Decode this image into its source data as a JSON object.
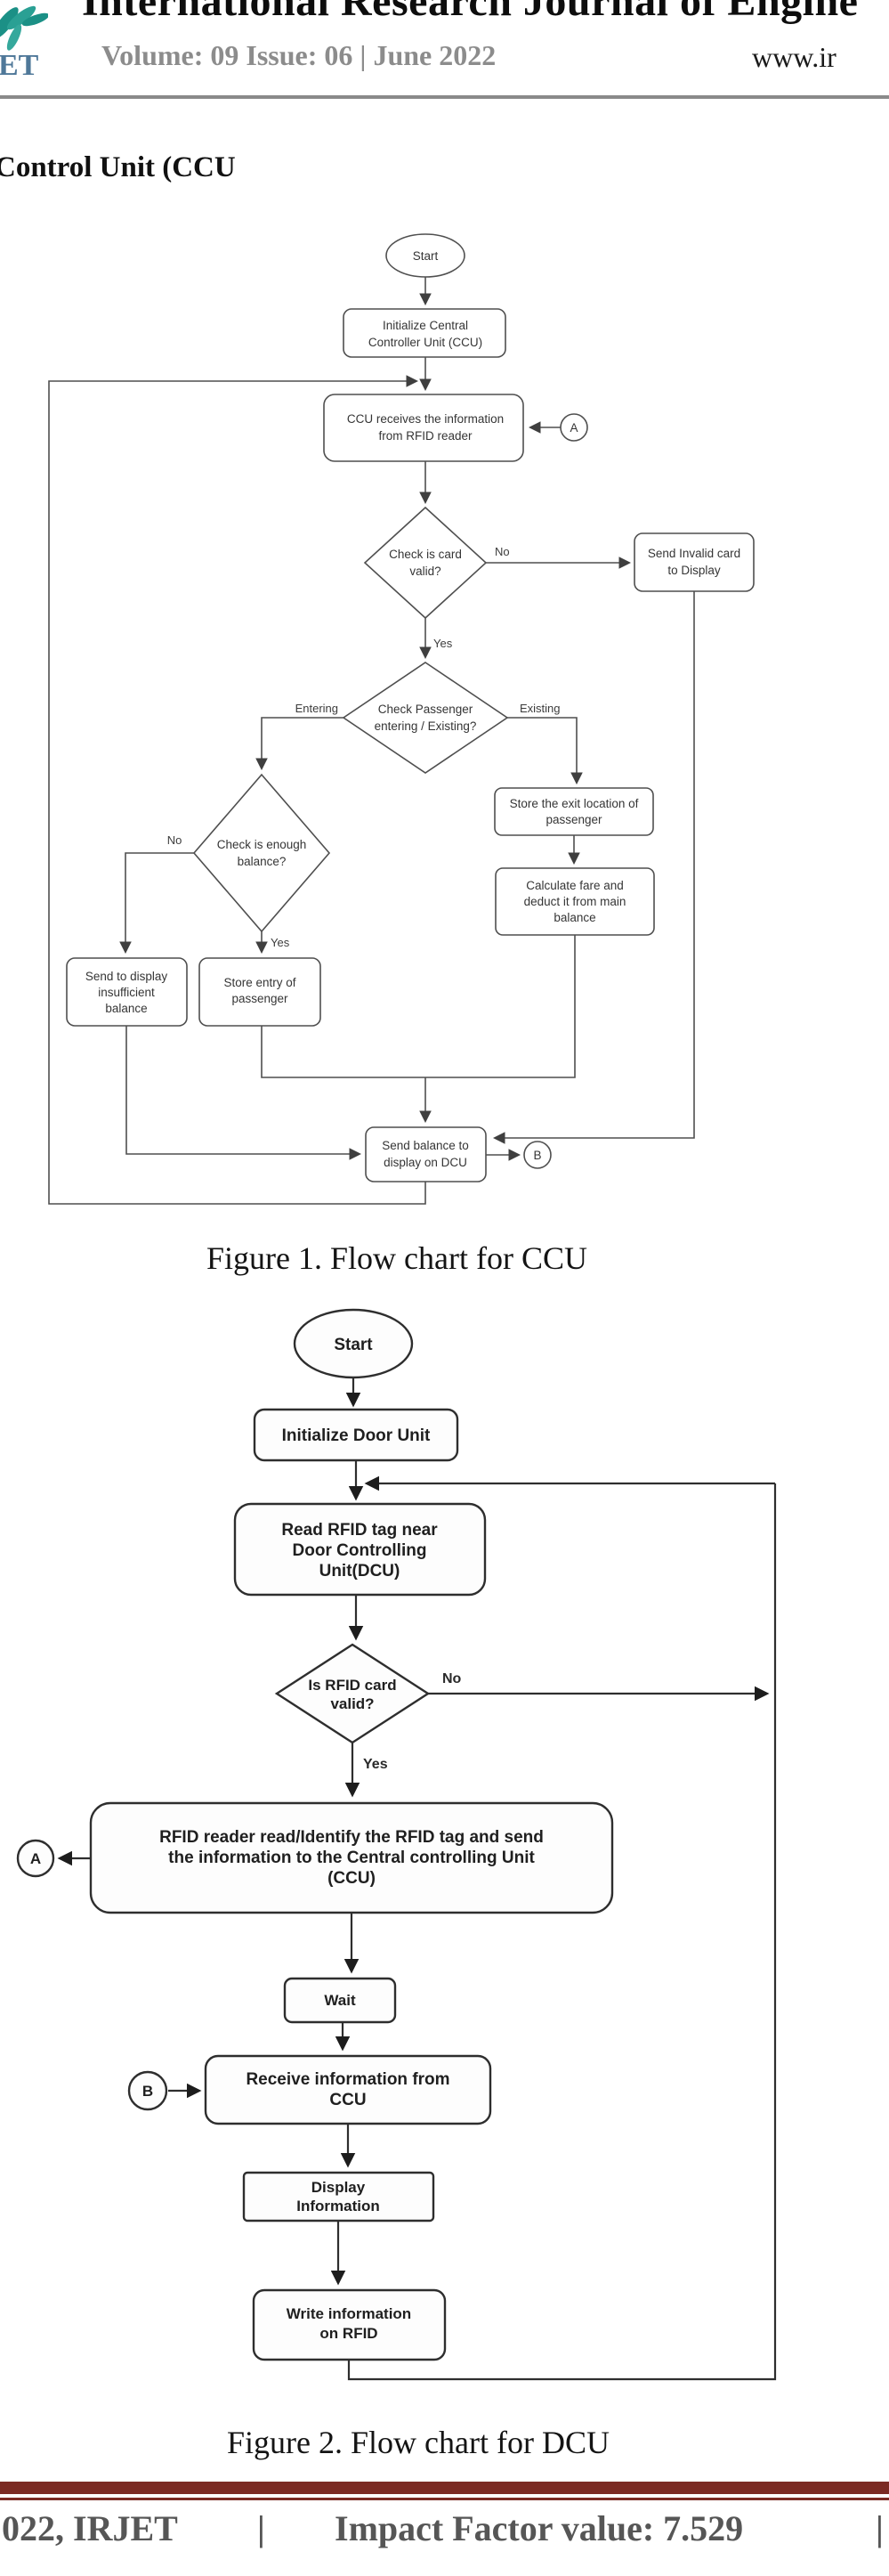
{
  "header": {
    "journal_title": "International Research Journal of Engine",
    "volume_line": "Volume: 09 Issue: 06 | June 2022",
    "website": "www.ir",
    "logo_text": "ET"
  },
  "section": {
    "heading": "Control Unit (CCU"
  },
  "figure1": {
    "caption": "Figure 1. Flow chart for CCU",
    "labels": {
      "yes": "Yes",
      "no": "No",
      "entering": "Entering",
      "existing": "Existing",
      "connector_a": "A",
      "connector_b": "B"
    },
    "nodes": {
      "start": [
        "Start"
      ],
      "initialize": [
        "Initialize Central",
        "Controller Unit (CCU)"
      ],
      "ccu_receives": [
        "CCU receives the information",
        "from RFID reader"
      ],
      "check_card": [
        "Check is card",
        "valid?"
      ],
      "send_invalid": [
        "Send Invalid card",
        "to Display"
      ],
      "check_passenger": [
        "Check Passenger",
        "entering / Existing?"
      ],
      "check_balance": [
        "Check is enough",
        "balance?"
      ],
      "store_exit": [
        "Store the exit location of",
        "passenger"
      ],
      "calculate_fare": [
        "Calculate fare and",
        "deduct it from main",
        "balance"
      ],
      "send_insufficient": [
        "Send to display",
        "insufficient",
        "balance"
      ],
      "store_entry": [
        "Store entry of",
        "passenger"
      ],
      "send_balance": [
        "Send balance to",
        "display on DCU"
      ]
    }
  },
  "figure2": {
    "caption": "Figure 2. Flow chart for DCU",
    "labels": {
      "yes": "Yes",
      "no": "No",
      "connector_a": "A",
      "connector_b": "B"
    },
    "nodes": {
      "start": [
        "Start"
      ],
      "initialize": [
        "Initialize Door Unit"
      ],
      "read_rfid": [
        "Read RFID tag near",
        "Door Controlling",
        "Unit(DCU)"
      ],
      "is_valid": [
        "Is RFID card",
        "valid?"
      ],
      "rfid_reader": [
        "RFID reader read/Identify the RFID tag and send",
        "the information to the Central controlling Unit",
        "(CCU)"
      ],
      "wait": [
        "Wait"
      ],
      "receive": [
        "Receive information from",
        "CCU"
      ],
      "display": [
        "Display",
        "Information"
      ],
      "write": [
        "Write information",
        "on RFID"
      ]
    }
  },
  "footer": {
    "left": "022, IRJET",
    "separator": "|",
    "impact": "Impact Factor value: 7.529",
    "separator2": "|"
  },
  "colors": {
    "accent_maroon": "#7b2a23",
    "logo_teal": "#1b9086",
    "logo_letters": "#4f7899"
  }
}
